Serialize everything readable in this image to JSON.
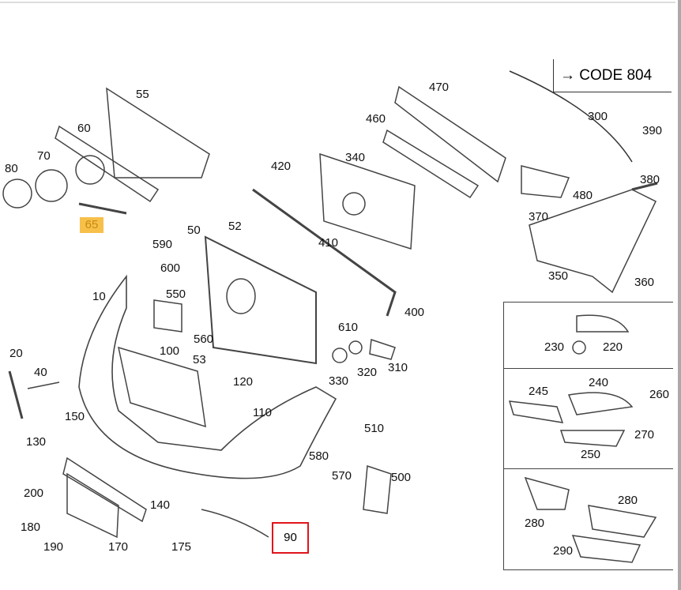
{
  "code_note": {
    "arrow": "→",
    "text": "CODE 804"
  },
  "highlighted_part": "65",
  "selected_part": "90",
  "labels": [
    "55",
    "60",
    "70",
    "80",
    "590",
    "600",
    "50",
    "52",
    "420",
    "340",
    "460",
    "470",
    "300",
    "390",
    "380",
    "480",
    "370",
    "350",
    "360",
    "410",
    "400",
    "10",
    "550",
    "560",
    "100",
    "53",
    "610",
    "320",
    "330",
    "310",
    "20",
    "40",
    "120",
    "110",
    "150",
    "130",
    "510",
    "580",
    "570",
    "500",
    "200",
    "180",
    "190",
    "170",
    "175",
    "140",
    "230",
    "220",
    "245",
    "240",
    "260",
    "270",
    "250",
    "280",
    "280",
    "290"
  ],
  "colors": {
    "highlight": "#f7c04a",
    "selection": "#e0141b"
  }
}
